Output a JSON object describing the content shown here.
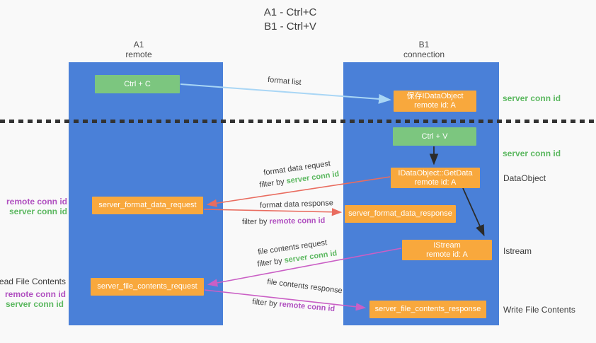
{
  "title": {
    "line1": "A1 - Ctrl+C",
    "line2": "B1 - Ctrl+V"
  },
  "columns": {
    "left": {
      "name": "A1",
      "subtitle": "remote"
    },
    "right": {
      "name": "B1",
      "subtitle": "connection"
    }
  },
  "nodes": {
    "ctrl_c": "Ctrl + C",
    "ctrl_v": "Ctrl + V",
    "save_dataobject": {
      "line1": "保存IDataObject",
      "line2": "remote id: A"
    },
    "getdata": {
      "line1": "IDataObject::GetData",
      "line2": "remote id: A"
    },
    "istream": {
      "line1": "IStream",
      "line2": "remote id: A"
    },
    "format_request": "server_format_data_request",
    "format_response": "server_format_data_response",
    "file_request": "server_file_contents_request",
    "file_response": "server_file_contents_response"
  },
  "edge_labels": {
    "format_list": "format list",
    "format_data_request": "format data request",
    "format_data_response": "format data response",
    "file_contents_request": "file contents request",
    "file_contents_response": "file contents response",
    "filter_by": "filter by",
    "server_conn_id": "server conn id",
    "remote_conn_id": "remote conn id"
  },
  "side_labels": {
    "server_conn_id": "server conn id",
    "remote_conn_id": "remote conn id",
    "dataobject": "DataObject",
    "istream": "Istream",
    "write_file_contents": "Write File Contents",
    "read_file_contents": "Read File Contents"
  },
  "colors": {
    "lifeline_blue": "#4a80d8",
    "node_green": "#7cc67f",
    "node_orange": "#f8a83d",
    "arrow_red": "#e96c5f",
    "arrow_magenta": "#ca5fc5",
    "arrow_lightblue": "#a9d6f5",
    "arrow_black": "#2b2b2b",
    "text_green": "#5cb860",
    "text_purple": "#b050c0",
    "text_dark": "#3c3c3c"
  }
}
